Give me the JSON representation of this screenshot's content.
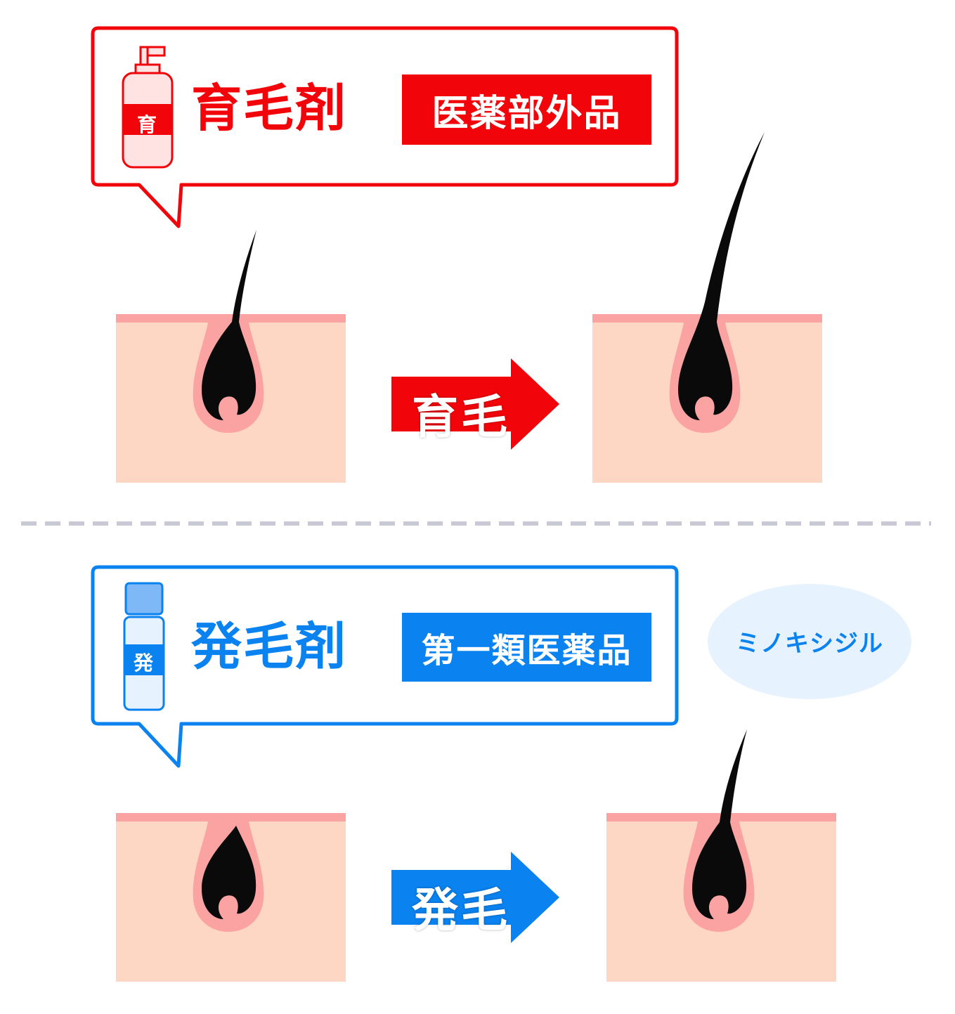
{
  "growth_tonic": {
    "name": "育毛剤",
    "category": "医薬部外品",
    "bottle_label": "育",
    "arrow_label": "育毛",
    "color": "#f2050a"
  },
  "hair_restorer": {
    "name": "発毛剤",
    "category": "第一類医薬品",
    "bottle_label": "発",
    "arrow_label": "発毛",
    "ingredient": "ミノキシジル",
    "color": "#0a82f0"
  }
}
